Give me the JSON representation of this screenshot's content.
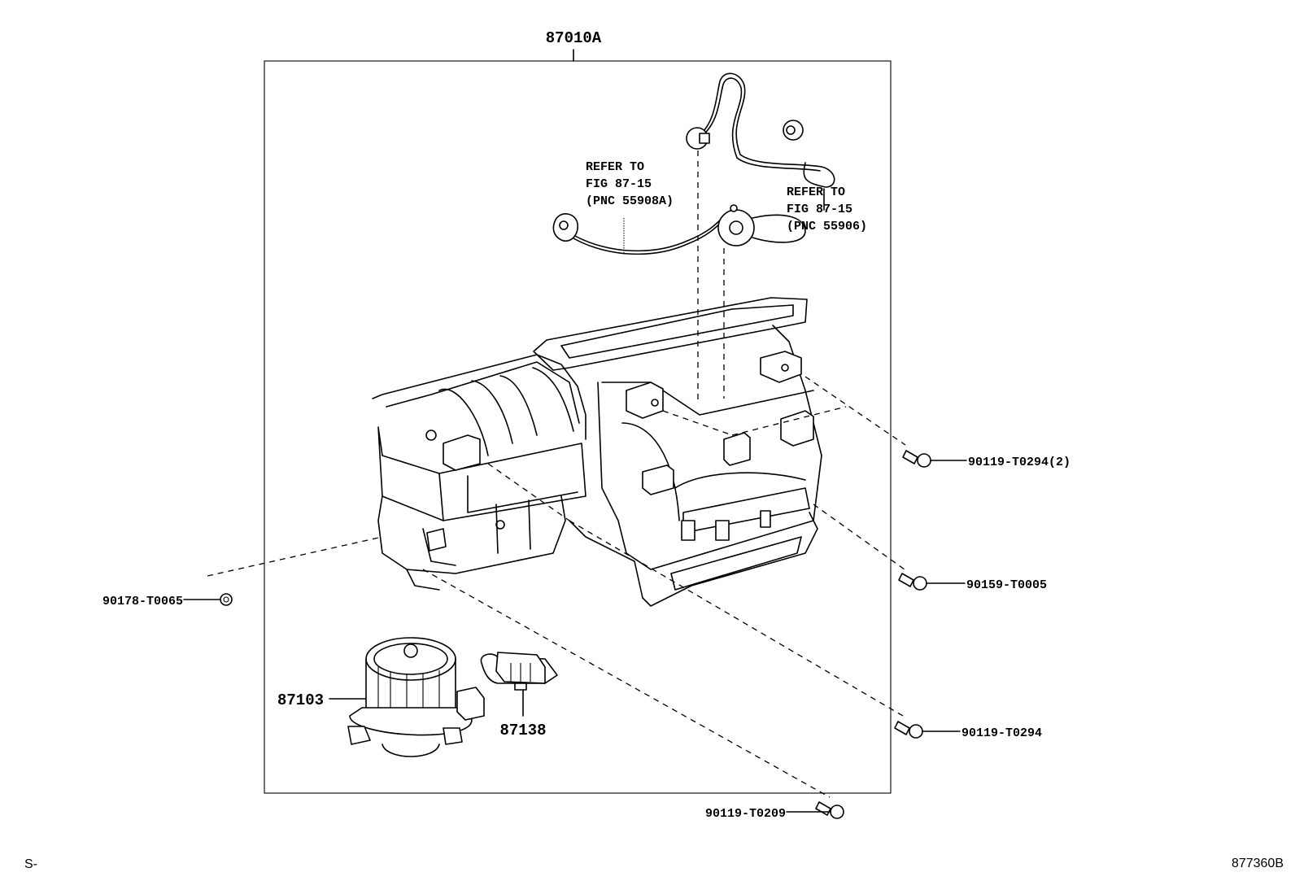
{
  "diagram": {
    "assembly_label": "87010A",
    "refer_notes": [
      {
        "line1": "REFER TO",
        "line2": "FIG 87-15",
        "line3": "(PNC 55908A)"
      },
      {
        "line1": "REFER TO",
        "line2": "FIG 87-15",
        "line3": "(PNC 55906)"
      }
    ],
    "parts": {
      "blower_motor": "87103",
      "resistor": "87138",
      "nut_left": "90178-T0065",
      "screw_upper_right": "90119-T0294(2)",
      "screw_mid_right": "90159-T0005",
      "screw_lower_right": "90119-T0294",
      "screw_bottom": "90119-T0209"
    },
    "footer": {
      "left_code": "S-",
      "figure_id": "877360B"
    }
  }
}
